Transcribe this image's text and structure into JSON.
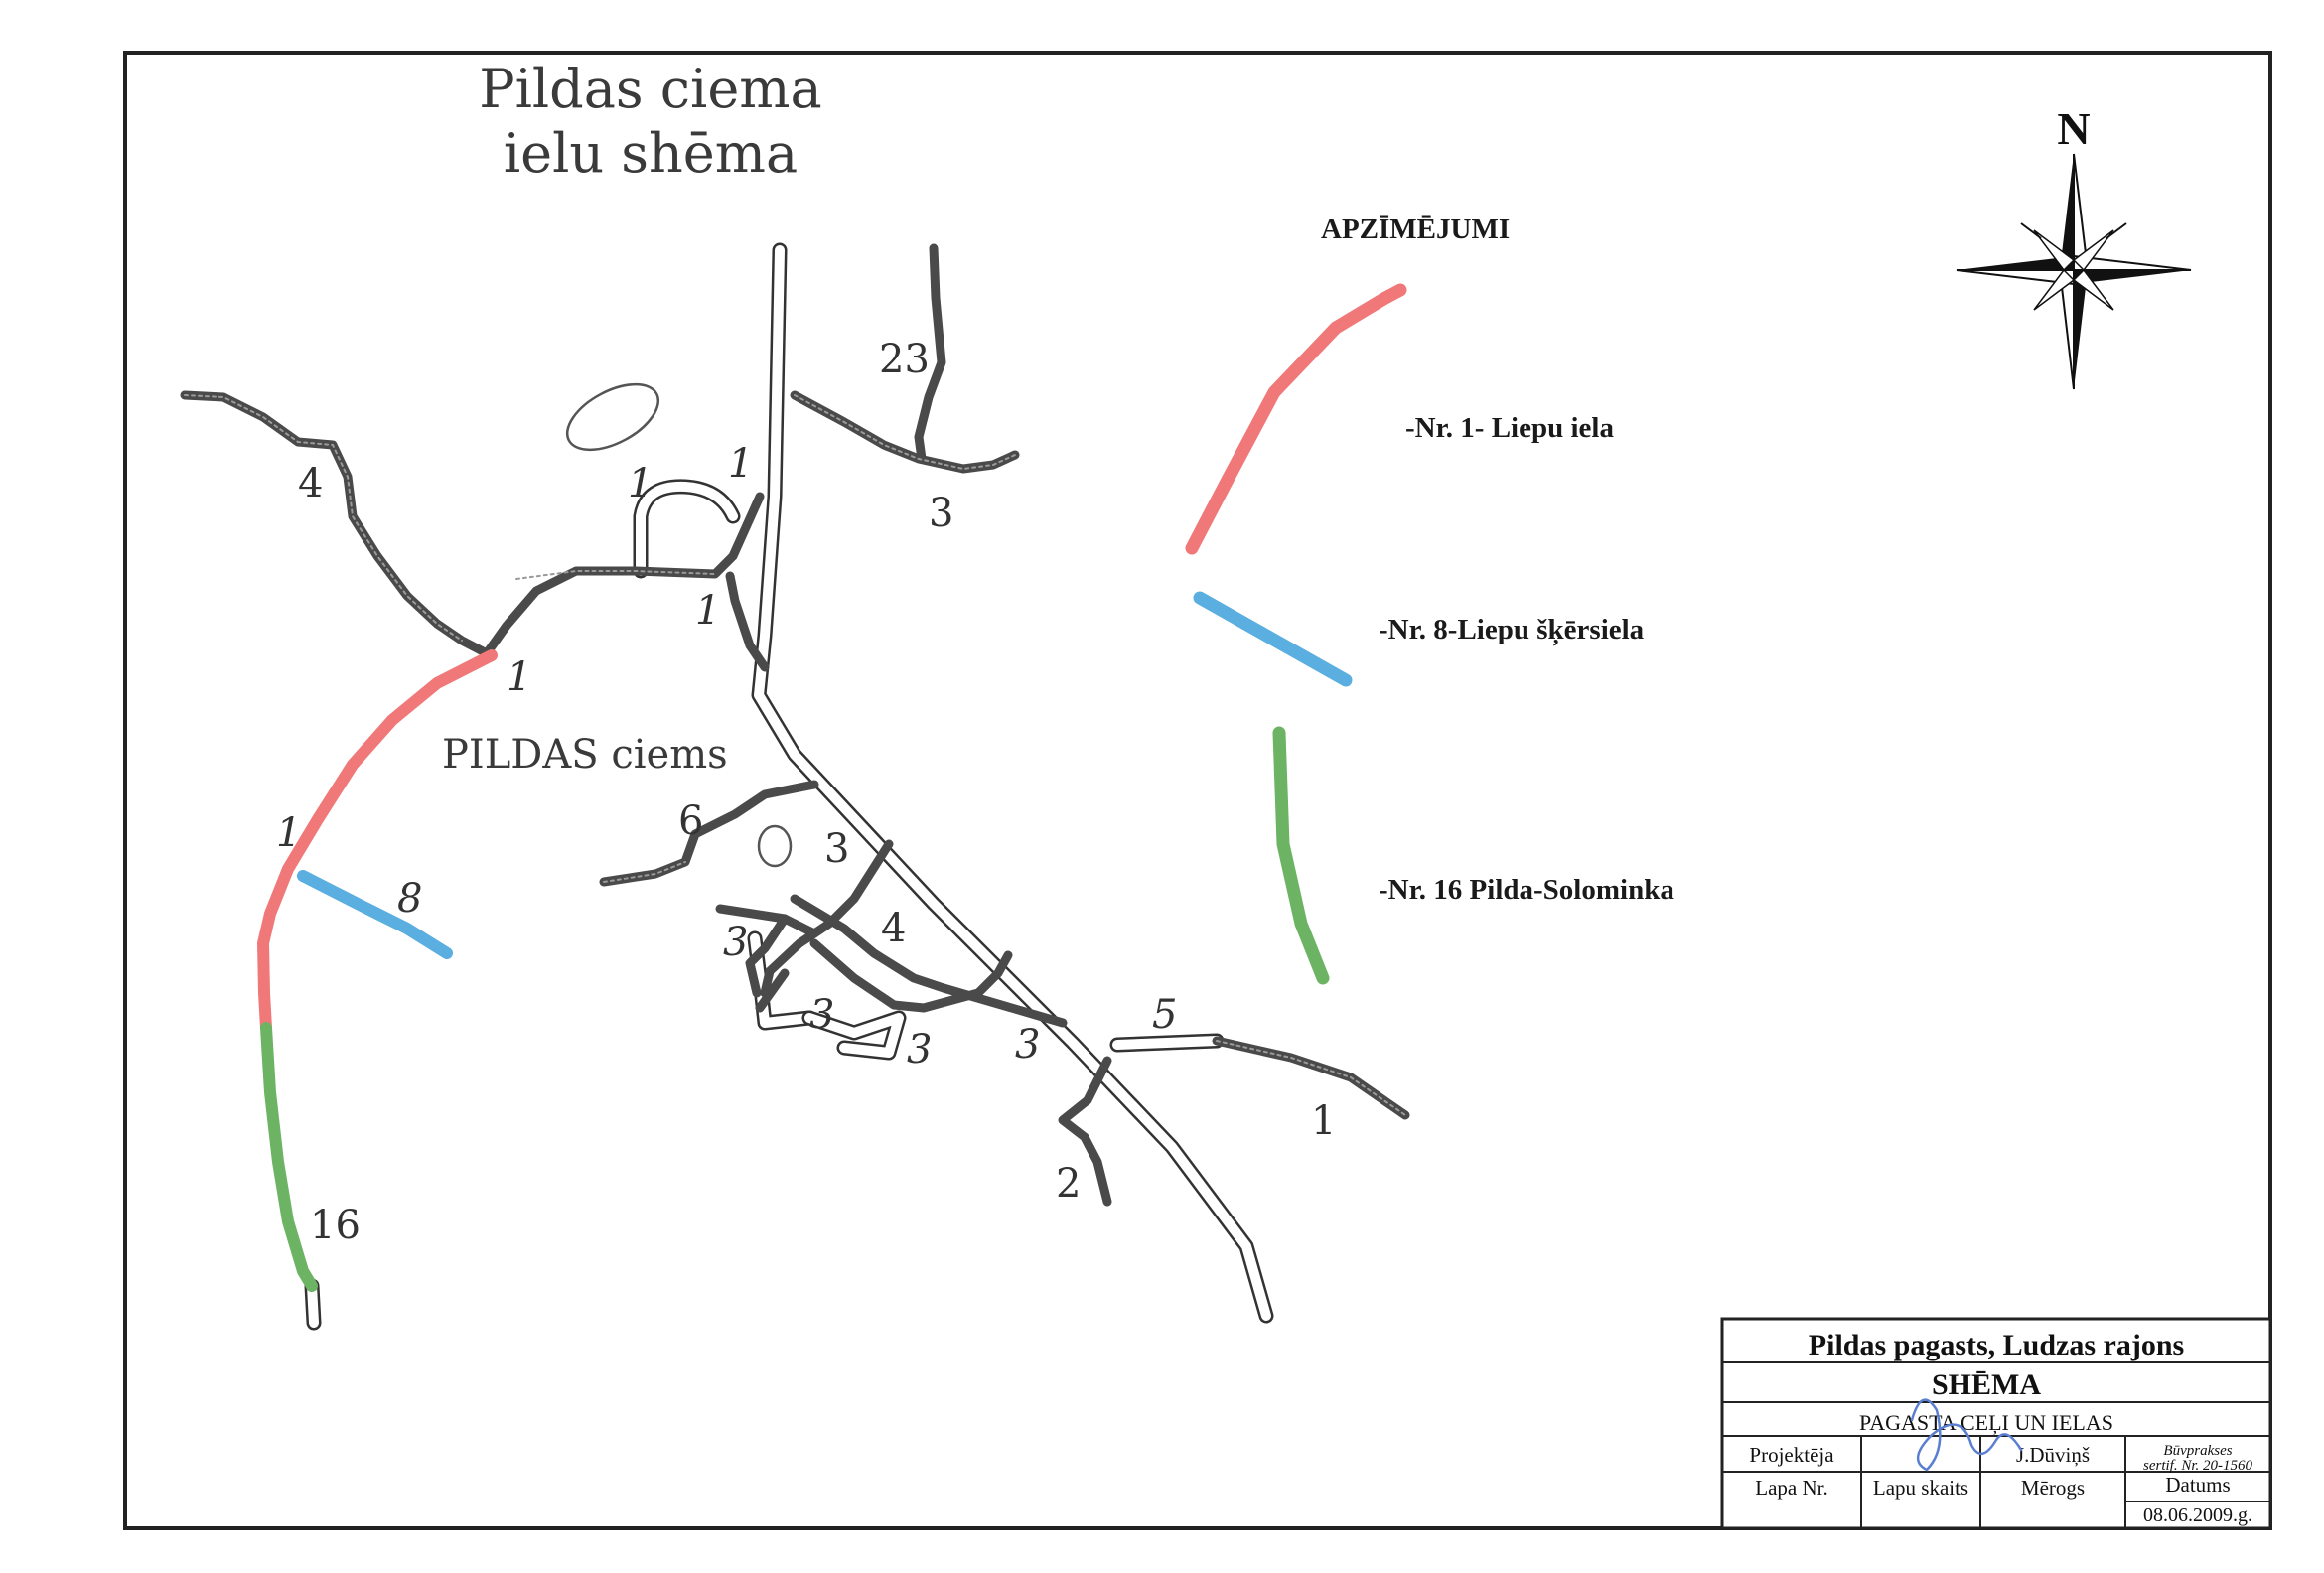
{
  "map": {
    "title_line1": "Pildas ciema",
    "title_line2": "ielu shēma",
    "village_label": "PILDAS ciems",
    "north_label": "N",
    "road_labels": {
      "r4": "4",
      "r23": "23",
      "r3_ne": "3",
      "r1_a": "1",
      "r1_b": "1",
      "r1_c": "1",
      "r1_d": "1",
      "r1_e": "1",
      "r6": "6",
      "r3_a": "3",
      "r8": "8",
      "r4_b": "4",
      "r3_b": "3",
      "r3_c": "3",
      "r3_d": "3",
      "r3_e": "3",
      "r5": "5",
      "r1_se": "1",
      "r2": "2",
      "r16": "16"
    }
  },
  "legend": {
    "heading": "APZĪMĒJUMI",
    "items": [
      {
        "label": "-Nr. 1- Liepu iela",
        "color": "#f07878"
      },
      {
        "label": "-Nr. 8-Liepu šķērsiela",
        "color": "#5aaee0"
      },
      {
        "label": "-Nr. 16 Pilda-Solominka",
        "color": "#6cb464"
      }
    ]
  },
  "title_block": {
    "line1": "Pildas pagasts, Ludzas rajons",
    "line2": "SHĒMA",
    "line3": "PAGASTA CEĻI UN IELAS",
    "projekteja_label": "Projektēja",
    "designer": "J.Dūviņš",
    "cert_line1": "Būvprakses",
    "cert_line2": "sertif. Nr. 20-1560",
    "lapa_nr_label": "Lapa Nr.",
    "lapu_skaits_label": "Lapu skaits",
    "merogs_label": "Mērogs",
    "datums_label": "Datums",
    "date_value": "08.06.2009.g."
  }
}
